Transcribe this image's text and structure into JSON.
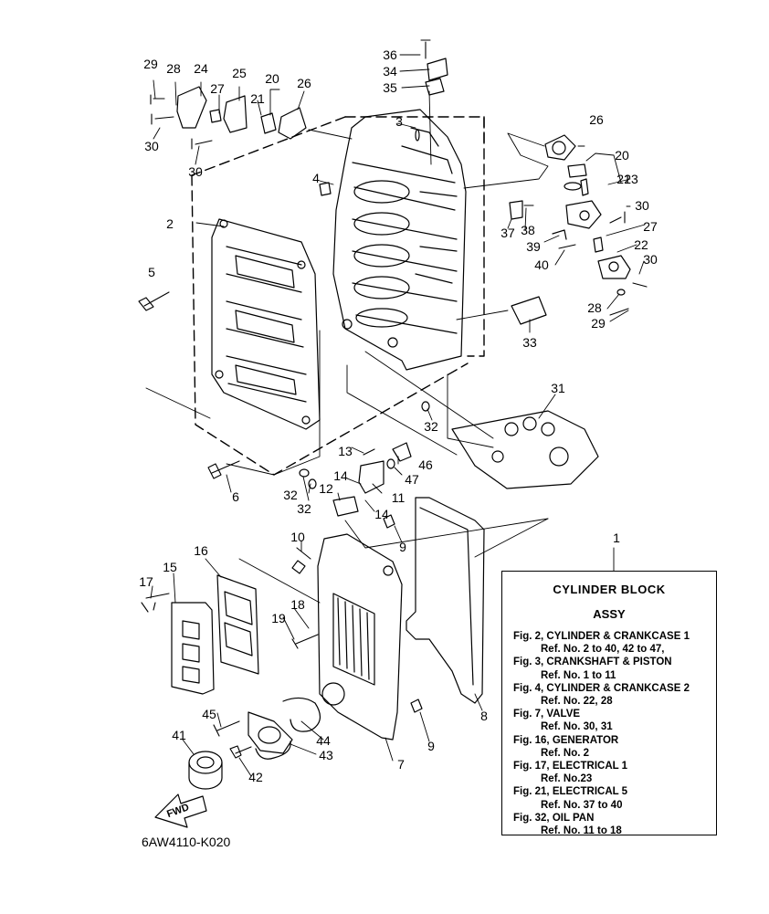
{
  "callouts": {
    "c1": "1",
    "c2": "2",
    "c3": "3",
    "c4": "4",
    "c5": "5",
    "c6": "6",
    "c7": "7",
    "c8": "8",
    "c9a": "9",
    "c9b": "9",
    "c10": "10",
    "c11": "11",
    "c12": "12",
    "c13": "13",
    "c14a": "14",
    "c14b": "14",
    "c15": "15",
    "c16": "16",
    "c17": "17",
    "c18": "18",
    "c19": "19",
    "c20a": "20",
    "c20b": "20",
    "c21a": "21",
    "c21b": "21",
    "c22": "22",
    "c23": "23",
    "c24": "24",
    "c25": "25",
    "c26a": "26",
    "c26b": "26",
    "c27a": "27",
    "c27b": "27",
    "c28a": "28",
    "c28b": "28",
    "c29a": "29",
    "c29b": "29",
    "c30a": "30",
    "c30b": "30",
    "c30c": "30",
    "c30d": "30",
    "c31": "31",
    "c32a": "32",
    "c32b": "32",
    "c32c": "32",
    "c33": "33",
    "c34": "34",
    "c35": "35",
    "c36": "36",
    "c37": "37",
    "c38": "38",
    "c39": "39",
    "c40": "40",
    "c41": "41",
    "c42": "42",
    "c43": "43",
    "c44": "44",
    "c45": "45",
    "c46": "46",
    "c47": "47"
  },
  "reference_box": {
    "title": "CYLINDER BLOCK",
    "subtitle": "ASSY",
    "lines": [
      {
        "text": "Fig. 2, CYLINDER & CRANKCASE 1",
        "indent": false
      },
      {
        "text": "Ref. No. 2 to 40, 42 to 47,",
        "indent": true
      },
      {
        "text": "Fig. 3, CRANKSHAFT & PISTON",
        "indent": false
      },
      {
        "text": "Ref. No. 1 to 11",
        "indent": true
      },
      {
        "text": "Fig. 4, CYLINDER & CRANKCASE 2",
        "indent": false
      },
      {
        "text": "Ref. No. 22, 28",
        "indent": true
      },
      {
        "text": "Fig. 7, VALVE",
        "indent": false
      },
      {
        "text": "Ref. No. 30, 31",
        "indent": true
      },
      {
        "text": "Fig. 16, GENERATOR",
        "indent": false
      },
      {
        "text": "Ref. No. 2",
        "indent": true
      },
      {
        "text": "Fig. 17, ELECTRICAL 1",
        "indent": false
      },
      {
        "text": "Ref. No.23",
        "indent": true
      },
      {
        "text": "Fig. 21, ELECTRICAL 5",
        "indent": false
      },
      {
        "text": "Ref. No. 37 to 40",
        "indent": true
      },
      {
        "text": "Fig. 32, OIL PAN",
        "indent": false
      },
      {
        "text": "Ref. No. 11 to 18",
        "indent": true
      }
    ]
  },
  "fwd_label": "FWD",
  "drawing_code": "6AW4110-K020"
}
